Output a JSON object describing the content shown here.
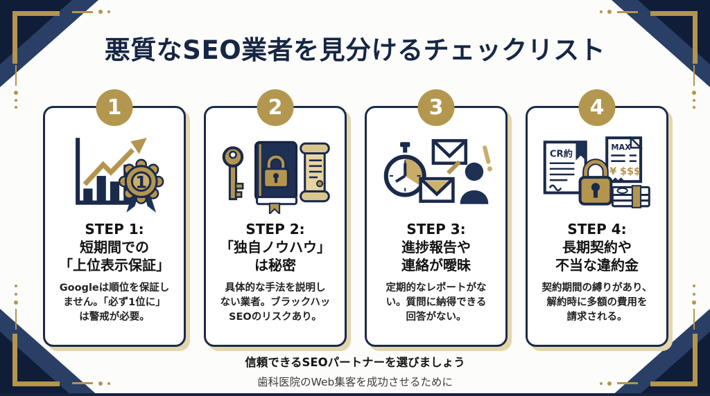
{
  "title": "悪質なSEO業者を見分けるチェックリスト",
  "cards": [
    {
      "number": "1",
      "icon": "chart-growth-award-icon",
      "heading_lines": [
        "STEP 1:",
        "短期間での",
        "「上位表示保証」"
      ],
      "body_lines": [
        "Googleは順位を保証し",
        "ません。「必ず1位に」",
        "は警戒が必要。"
      ]
    },
    {
      "number": "2",
      "icon": "key-book-scroll-icon",
      "heading_lines": [
        "STEP 2:",
        "「独自ノウハウ」",
        "は秘密"
      ],
      "body_lines": [
        "具体的な手法を説明し",
        "ない業者。ブラックハッ",
        "SEOのリスクあり。"
      ]
    },
    {
      "number": "3",
      "icon": "stopwatch-mail-person-icon",
      "heading_lines": [
        "STEP 3:",
        "進捗報告や",
        "連絡が曖昧"
      ],
      "body_lines": [
        "定期的なレポートがな",
        "い。質問に納得できる",
        "回答がない。"
      ]
    },
    {
      "number": "4",
      "icon": "contract-lock-money-icon",
      "heading_lines": [
        "STEP 4:",
        "長期契約や",
        "不当な違約金"
      ],
      "body_lines": [
        "契約期間の縛りがあり、",
        "解約時に多額の費用を",
        "請求される。"
      ]
    }
  ],
  "icon_texts": {
    "award_badge_number": "1",
    "contract_label": "CR約",
    "invoice_title": "MAX",
    "invoice_amount": "¥ $$$"
  },
  "footer": {
    "line1": "信頼できるSEOパートナーを選びましょう",
    "line2": "歯科医院のWeb集客を成功させるために"
  },
  "colors": {
    "navy": "#1b2a4a",
    "navy_dark": "#101d38",
    "navy_light": "#2a3f66",
    "gold": "#b3954f",
    "card_shadow": "#e3d5ad",
    "background": "#fcfcfa",
    "title_text": "#162644",
    "body_text": "#222222"
  }
}
